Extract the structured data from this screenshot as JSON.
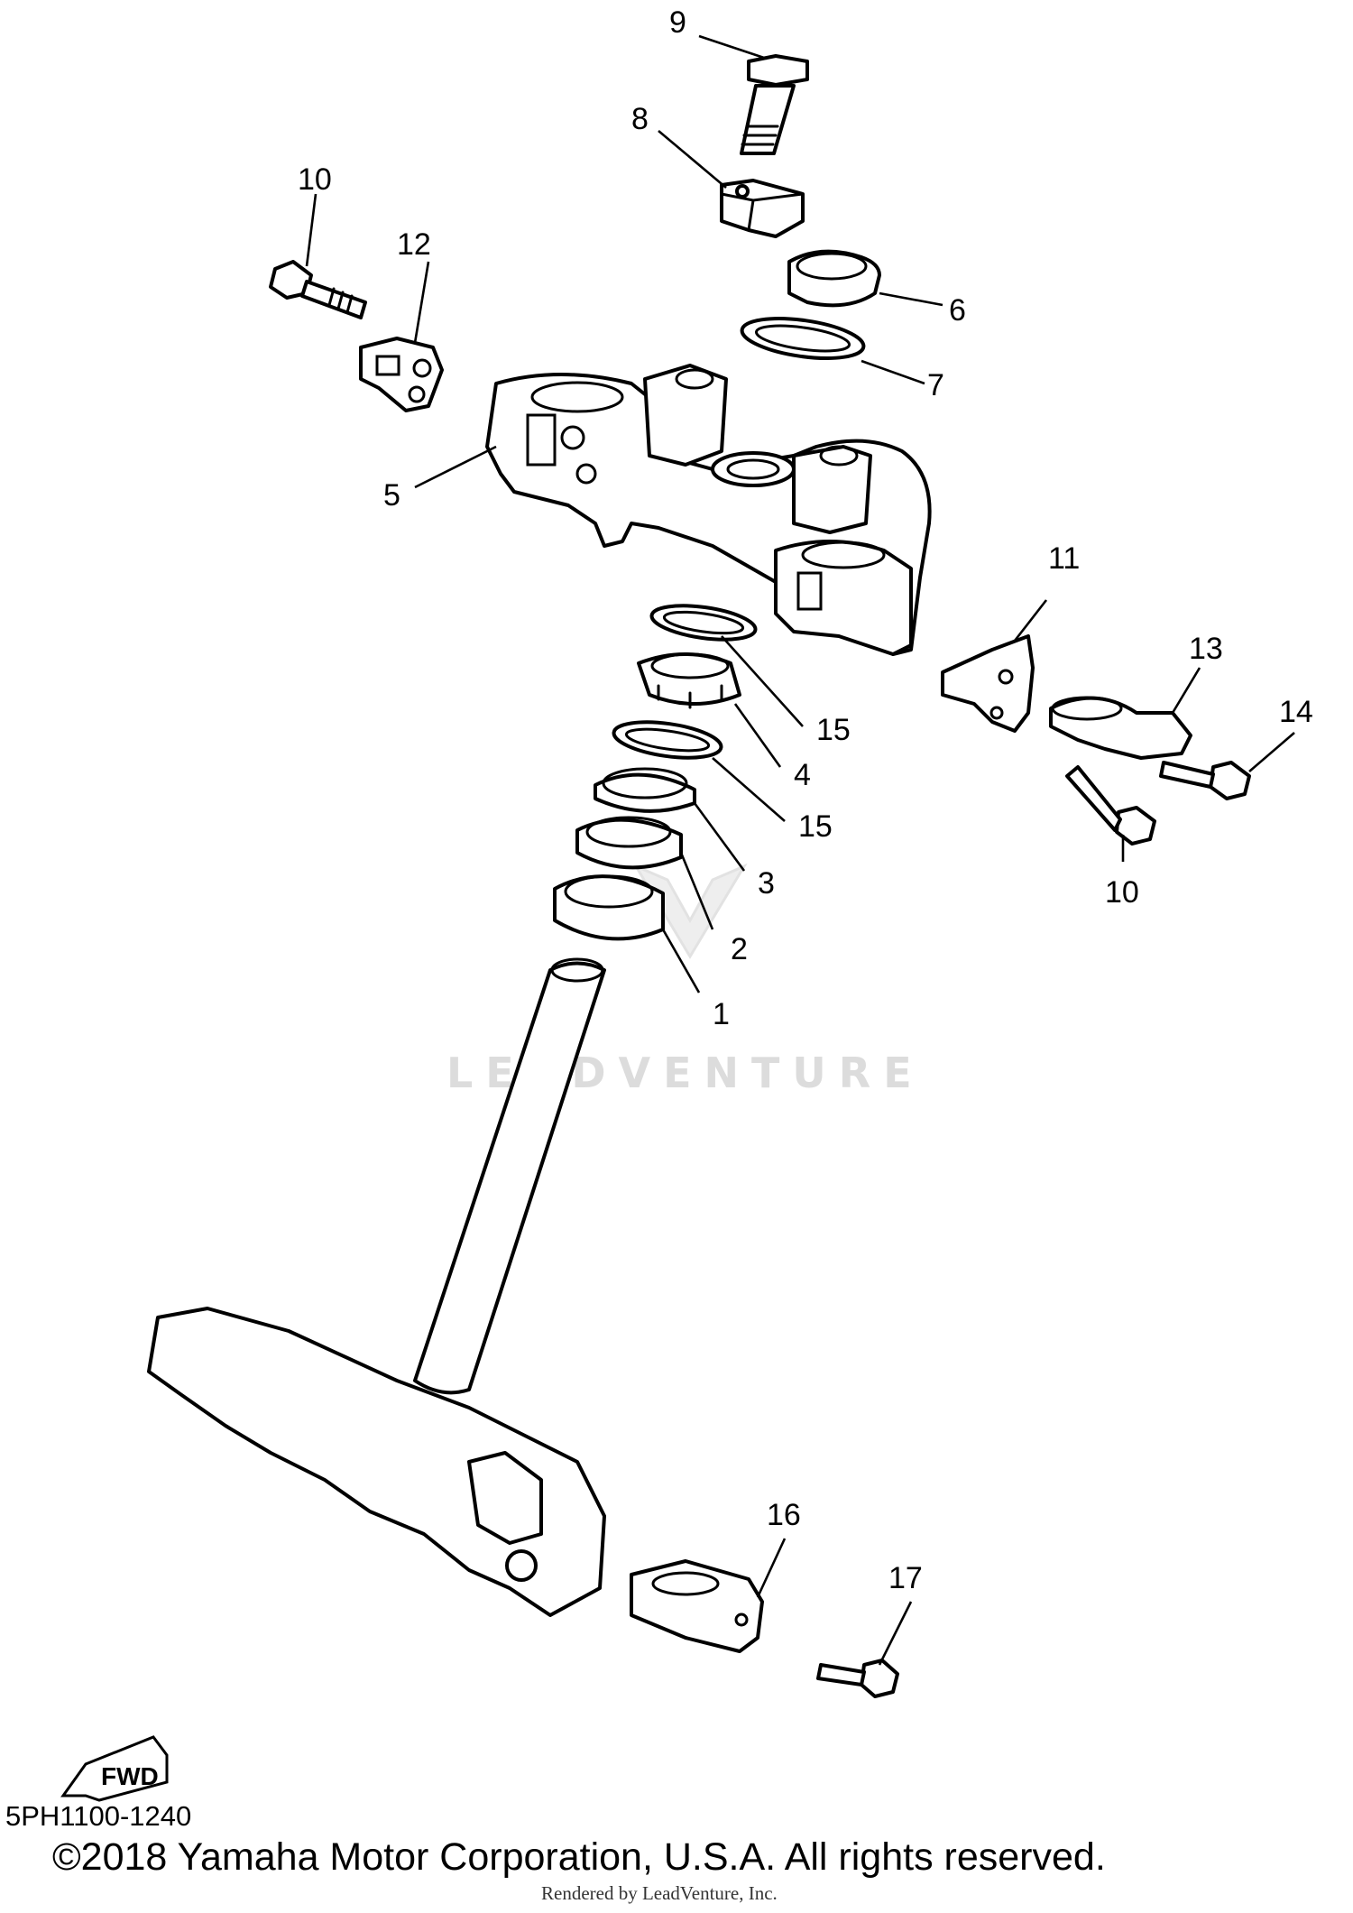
{
  "diagram": {
    "callouts": [
      "1",
      "2",
      "3",
      "4",
      "5",
      "6",
      "7",
      "8",
      "9",
      "10",
      "10",
      "11",
      "12",
      "13",
      "14",
      "15",
      "15",
      "16",
      "17"
    ],
    "fwd_label": "FWD",
    "watermark": "LEADVENTURE"
  },
  "footer": {
    "ref_code": "5PH1100-1240",
    "copyright": "©2018 Yamaha Motor Corporation, U.S.A. All rights reserved.",
    "rendered_by": "Rendered by LeadVenture, Inc."
  }
}
